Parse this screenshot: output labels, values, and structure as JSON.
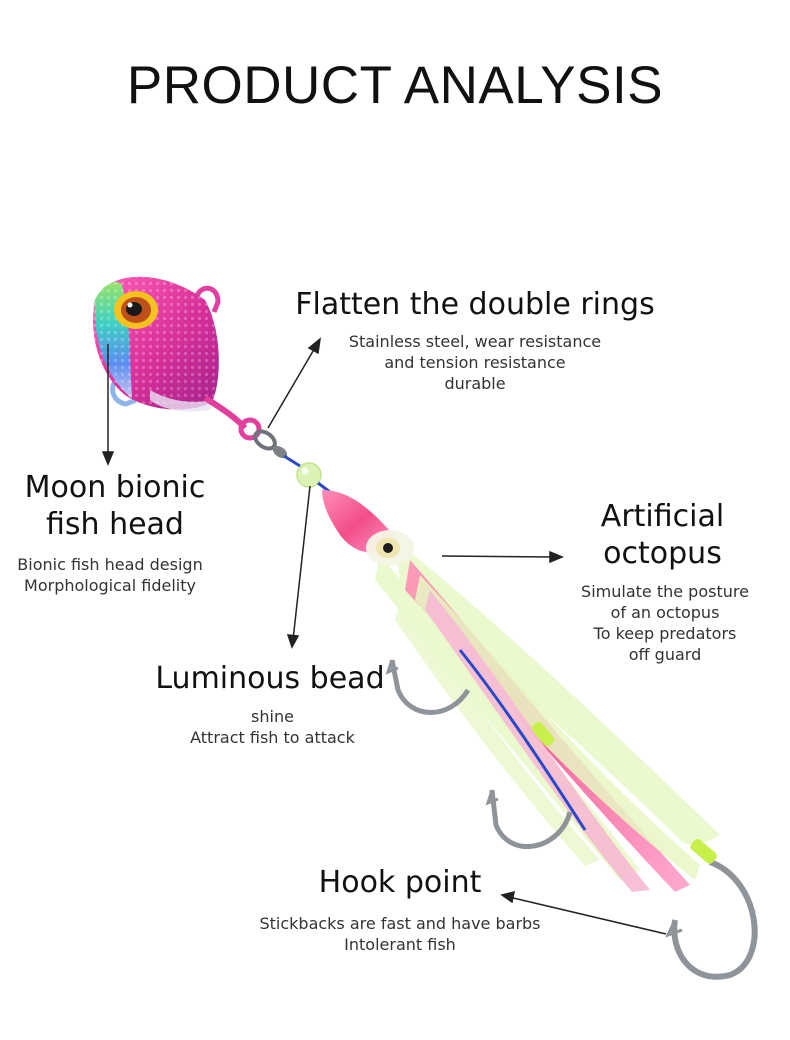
{
  "title": "PRODUCT ANALYSIS",
  "features": {
    "rings": {
      "heading": [
        "Flatten the double rings"
      ],
      "description": [
        "Stainless steel, wear resistance",
        "and tension resistance",
        "durable"
      ]
    },
    "head": {
      "heading": [
        "Moon bionic",
        "fish head"
      ],
      "description": [
        "Bionic fish head design",
        "Morphological fidelity"
      ]
    },
    "octopus": {
      "heading": [
        "Artificial",
        "octopus"
      ],
      "description": [
        "Simulate the posture",
        "of an octopus",
        "To keep predators",
        "off guard"
      ]
    },
    "bead": {
      "heading": [
        "Luminous bead"
      ],
      "description": [
        "shine",
        "Attract fish to attack"
      ]
    },
    "hook": {
      "heading": [
        "Hook point"
      ],
      "description": [
        "Stickbacks are fast and have barbs",
        "Intolerant fish"
      ]
    }
  },
  "colors": {
    "head_pink": "#e0309a",
    "glow_green": "#d9f4a8",
    "skirt_pink": "#f2558f",
    "hook_steel": "#8e9499"
  }
}
